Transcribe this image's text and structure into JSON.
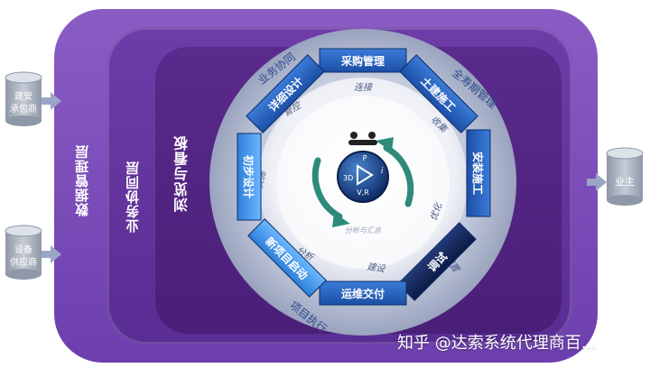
{
  "layers": {
    "data_layer": "数据管理层",
    "collab_layer": "业务协同层",
    "view_layer": "浏览与看板"
  },
  "externals": {
    "contractor": [
      "建安",
      "承包商"
    ],
    "supplier": [
      "设备",
      "供应商"
    ],
    "owner": "业主"
  },
  "ring_outer_labels": {
    "top_left": "业务协同",
    "top_right": "全寿期管理",
    "bottom_left": "项目执行"
  },
  "stages": [
    {
      "id": "procurement",
      "label": "采购管理"
    },
    {
      "id": "civil",
      "label": "土建施工"
    },
    {
      "id": "install",
      "label": "安装施工"
    },
    {
      "id": "commission",
      "label": "调试"
    },
    {
      "id": "om",
      "label": "运维交付"
    },
    {
      "id": "new-start",
      "label": "新项目启动"
    },
    {
      "id": "prelim",
      "label": "初步设计"
    },
    {
      "id": "detail",
      "label": "详细设计"
    }
  ],
  "inner_ring_words": {
    "connect": "连接",
    "control": "管控",
    "implement": "实施",
    "collect": "收集",
    "analyze": "分析",
    "config": "配置",
    "build": "建设",
    "optimize": "优化",
    "analysis_summary": "分析与汇总"
  },
  "hub": {
    "label_3d": "3D",
    "label_vr": "V,R",
    "label_i": "i",
    "label_p": "P"
  },
  "watermark": "知乎 @达索系统代理商百..."
}
